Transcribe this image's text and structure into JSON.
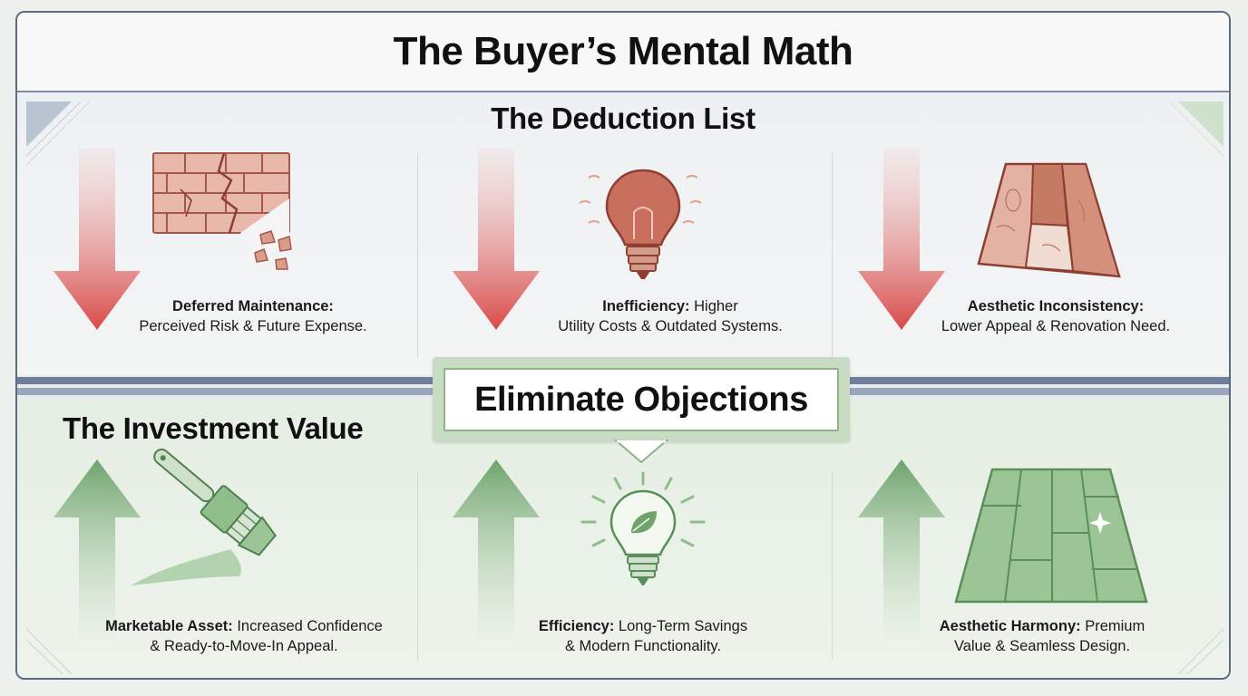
{
  "title": "The Buyer’s Mental Math",
  "deduction": {
    "heading": "The Deduction List",
    "items": [
      {
        "label": "Deferred Maintenance:",
        "line2": "Perceived Risk & Future Expense.",
        "icon": "cracked-brick-wall-icon"
      },
      {
        "label": "Inefficiency:",
        "label_rest": " Higher",
        "line2": "Utility Costs & Outdated Systems.",
        "icon": "old-lightbulb-icon"
      },
      {
        "label": "Aesthetic Inconsistency:",
        "line2": "Lower Appeal & Renovation Need.",
        "icon": "mismatched-floor-icon"
      }
    ]
  },
  "callout": "Eliminate Objections",
  "investment": {
    "heading": "The Investment Value",
    "items": [
      {
        "label": "Marketable Asset:",
        "label_rest": " Increased Confidence",
        "line2": "& Ready-to-Move-In Appeal.",
        "icon": "paintbrush-icon"
      },
      {
        "label": "Efficiency:",
        "label_rest": " Long-Term Savings",
        "line2": "& Modern Functionality.",
        "icon": "eco-lightbulb-icon"
      },
      {
        "label": "Aesthetic Harmony:",
        "label_rest": " Premium",
        "line2": "Value & Seamless Design.",
        "icon": "seamless-floor-icon"
      }
    ]
  },
  "colors": {
    "red_arrow": "#d9534f",
    "green_arrow": "#74a874",
    "brick": "#e4b2a3",
    "brick_line": "#a5584a",
    "green_icon": "#8fbe8a",
    "green_line": "#5a8f5a",
    "navy_border": "#5b6b86"
  }
}
